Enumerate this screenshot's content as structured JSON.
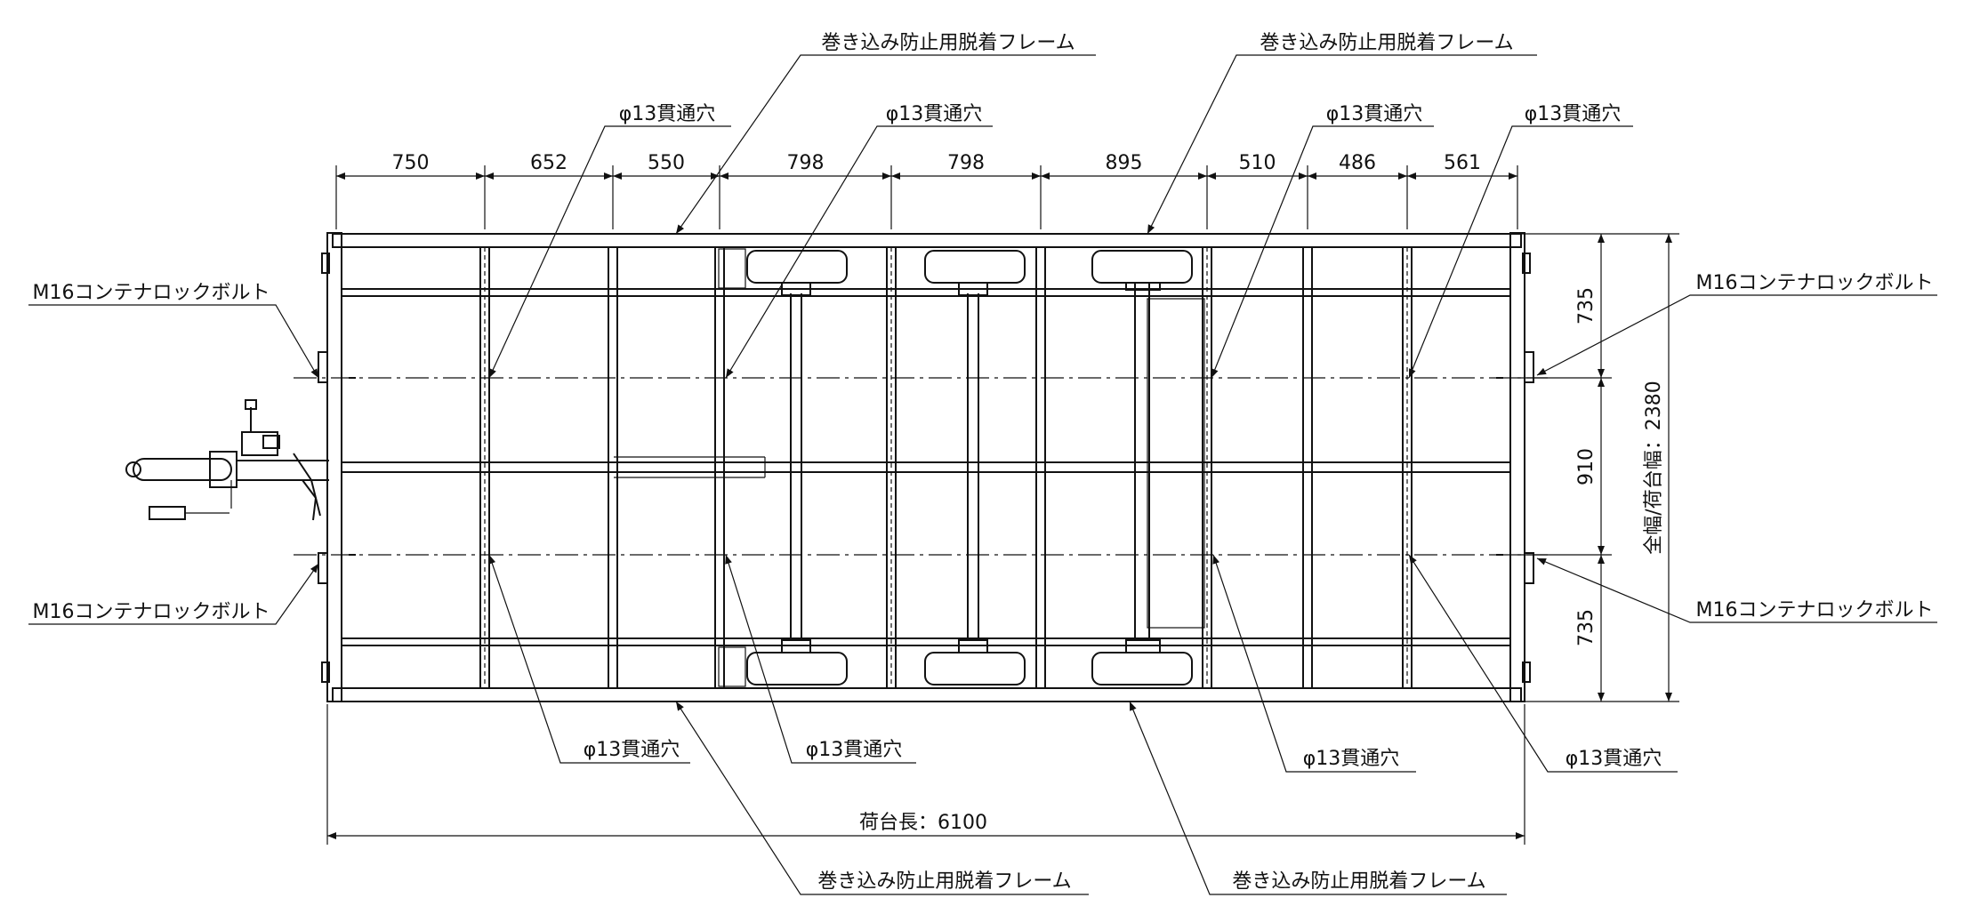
{
  "dimensions_top": [
    "750",
    "652",
    "550",
    "798",
    "798",
    "895",
    "510",
    "486",
    "561"
  ],
  "dimensions_right": [
    "735",
    "910",
    "735"
  ],
  "overall_width_label": "全幅/荷台幅：2380",
  "overall_length_label": "荷台長：6100",
  "labels": {
    "frame": "巻き込み防止用脱着フレーム",
    "hole": "φ13貫通穴",
    "bolt": "M16コンテナロックボルト"
  }
}
